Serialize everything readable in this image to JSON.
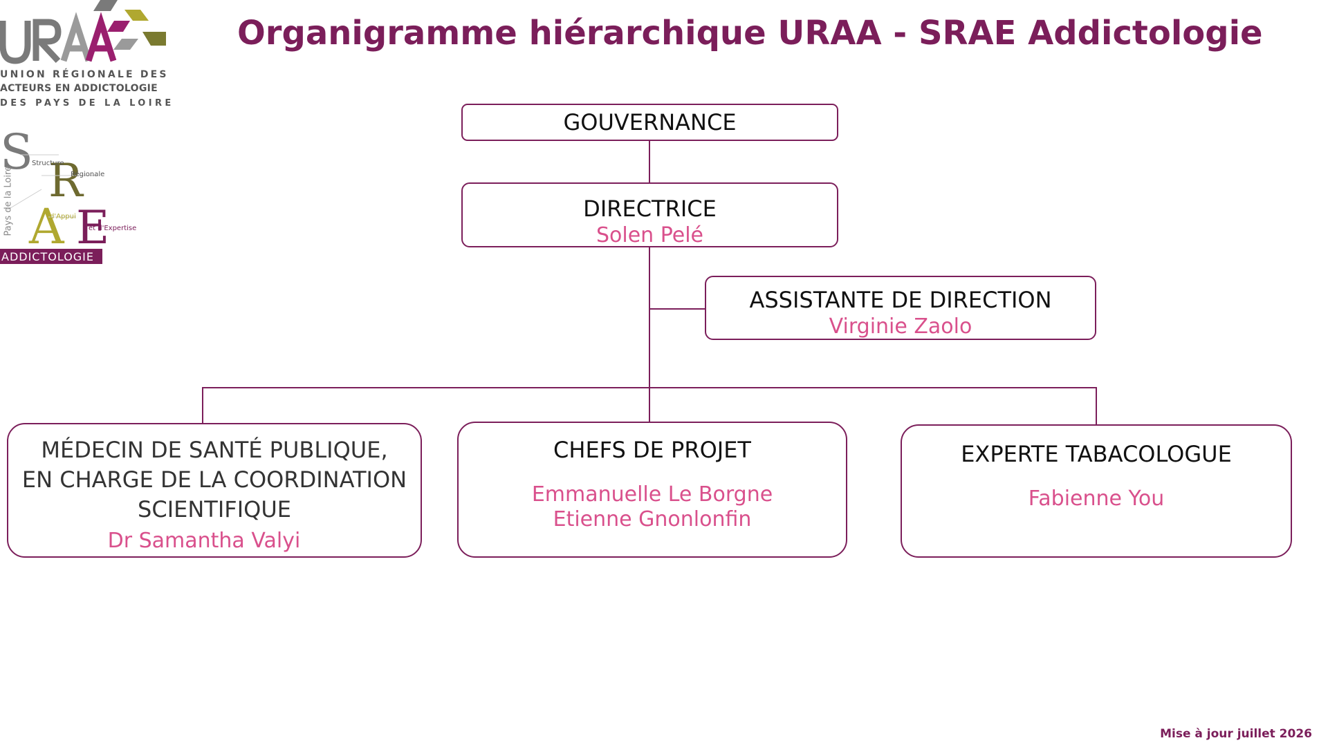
{
  "page_title": "Organigramme hiérarchique URAA - SRAE Addictologie",
  "logos": {
    "uraa": {
      "mark": "URAA",
      "line1": "UNION RÉGIONALE DES",
      "line2": "ACTEURS EN ADDICTOLOGIE",
      "line3": "DES PAYS DE LA LOIRE"
    },
    "srae": {
      "structure": "Structure",
      "regionale": "Régionale",
      "appui": "d'Appui",
      "expertise": "et d'Expertise",
      "region": "Pays de la Loire",
      "banner": "ADDICTOLOGIE"
    }
  },
  "org": {
    "gouvernance": {
      "role": "GOUVERNANCE"
    },
    "directrice": {
      "role": "DIRECTRICE",
      "name": "Solen Pelé"
    },
    "assistante": {
      "role": "ASSISTANTE DE DIRECTION",
      "name": "Virginie Zaolo"
    },
    "medecin": {
      "role_lines": [
        "MÉDECIN DE SANTÉ PUBLIQUE,",
        "EN CHARGE DE LA COORDINATION",
        "SCIENTIFIQUE"
      ],
      "name": "Dr Samantha Valyi"
    },
    "chefs": {
      "role": "CHEFS DE PROJET",
      "names": [
        "Emmanuelle Le Borgne",
        "Etienne Gnonlonfin"
      ]
    },
    "experte": {
      "role": "EXPERTE TABACOLOGUE",
      "name": "Fabienne You"
    }
  },
  "colors": {
    "brand": "#7b1e5a",
    "name_pink": "#d9508c",
    "olive": "#8a8a2a",
    "grey": "#7a7a7a"
  },
  "footer": "Mise à jour juillet 2026"
}
